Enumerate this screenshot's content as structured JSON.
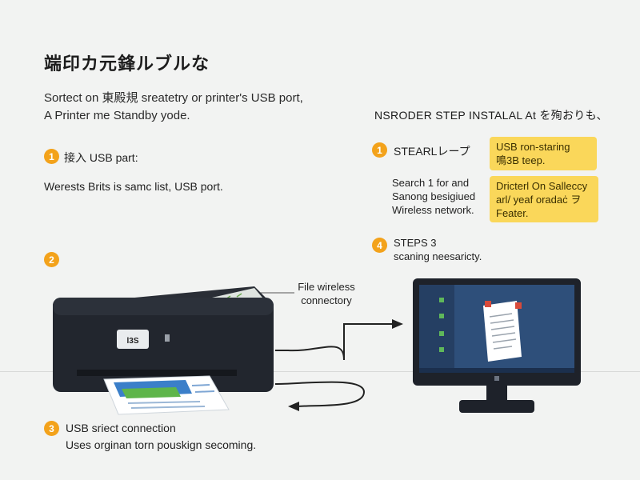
{
  "title": "端印カ元鋒ルブルな",
  "intro": {
    "line1": "Sortect on 東殿規 sreatetry or printer's USB port,",
    "line2": "A Printer me Standby yode."
  },
  "steps_left": [
    {
      "number": "1",
      "label": "接入 USB part:"
    },
    {
      "number": "2",
      "label": ""
    },
    {
      "number": "3",
      "label": "USB sriect connection"
    }
  ],
  "left_desc": "Werests Brits is samc list, USB port.",
  "step3_desc": "Uses orginan torn pouskign secoming.",
  "right_header": "NSRODER STEP INSTALAL At を殉おりも、",
  "steps_right": [
    {
      "number": "1",
      "label": "STEARLレープ"
    },
    {
      "number": "4",
      "label_line1": "STEPS 3",
      "label_line2": "scaning neesaricty."
    }
  ],
  "right_desc": {
    "line1": "Search 1 for and",
    "line2": "Sanong besigiued",
    "line3": "Wireless network."
  },
  "notes": [
    {
      "line1": "USB ron-staring",
      "line2": "鳴3B teep."
    },
    {
      "line1": "Dricterl On Salleccy",
      "line2": "arl/ yeaf oradaċ ヲ",
      "line3": "Feater."
    }
  ],
  "callout": {
    "line1": "File wireless",
    "line2": "connectory"
  },
  "printer_screen": "l3S",
  "colors": {
    "accent": "#f3a21b",
    "note": "#fad75a",
    "printer": "#22262e",
    "monitor_screen": "#2e4f7a"
  }
}
